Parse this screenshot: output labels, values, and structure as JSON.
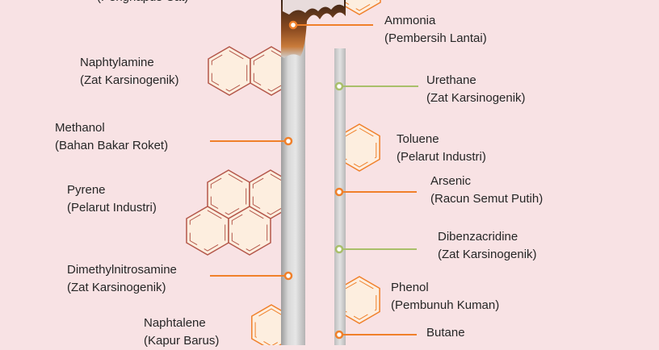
{
  "colors": {
    "background": "#f8e2e4",
    "orange": "#f0802a",
    "green": "#a9bf6a",
    "ring_stroke_dark": "#b4574a",
    "ring_fill": "#fdeedf"
  },
  "chemicals": [
    {
      "name": "",
      "use": "(Penghapus Cat)",
      "marker": "none"
    },
    {
      "name": "Ammonia",
      "use": "(Pembersih Lantai)",
      "marker": "orange"
    },
    {
      "name": "Naphtylamine",
      "use": "(Zat Karsinogenik)",
      "marker": "none"
    },
    {
      "name": "Urethane",
      "use": "(Zat Karsinogenik)",
      "marker": "green"
    },
    {
      "name": "Methanol",
      "use": "(Bahan Bakar Roket)",
      "marker": "orange"
    },
    {
      "name": "Toluene",
      "use": "(Pelarut Industri)",
      "marker": "none"
    },
    {
      "name": "Pyrene",
      "use": "(Pelarut Industri)",
      "marker": "none"
    },
    {
      "name": "Arsenic",
      "use": "(Racun Semut Putih)",
      "marker": "orange"
    },
    {
      "name": "Dibenzacridine",
      "use": "(Zat Karsinogenik)",
      "marker": "green"
    },
    {
      "name": "Dimethylnitrosamine",
      "use": "(Zat Karsinogenik)",
      "marker": "orange"
    },
    {
      "name": "Phenol",
      "use": "(Pembunuh Kuman)",
      "marker": "none"
    },
    {
      "name": "Naphtalene",
      "use": "(Kapur Barus)",
      "marker": "none"
    },
    {
      "name": "Butane",
      "use": "",
      "marker": "orange"
    }
  ]
}
